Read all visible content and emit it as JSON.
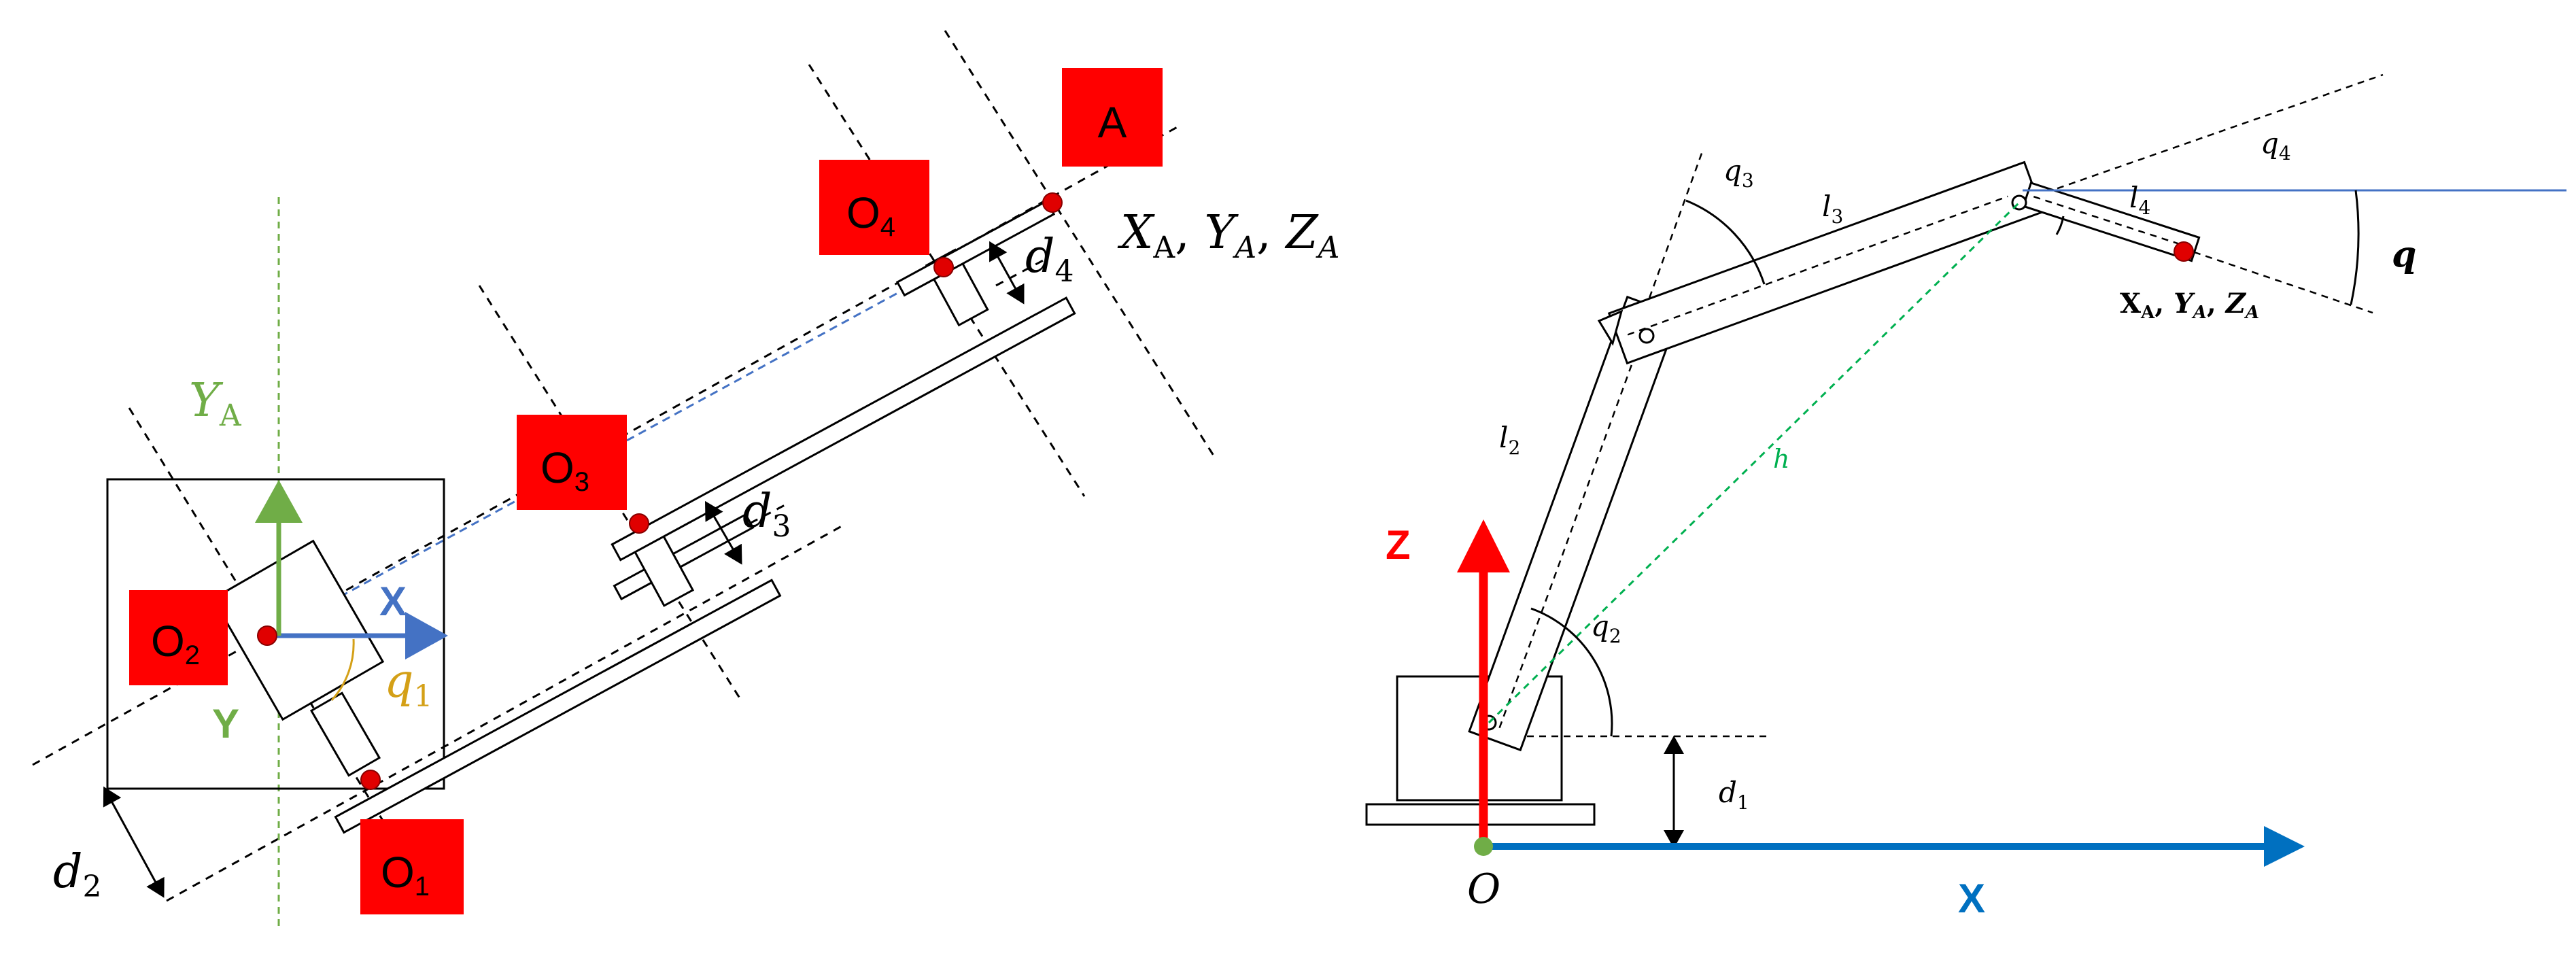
{
  "colors": {
    "red_box": "#ff0000",
    "joint": "#e00000",
    "green_axis": "#70ad47",
    "blue_axis": "#4472c4",
    "blue_dash": "#4472c4",
    "orange_q1": "#d4a017",
    "red_axis": "#ff0000",
    "strong_blue": "#0070c0",
    "green_dash": "#00b050",
    "green_origin": "#70ad47"
  },
  "left": {
    "A": "A",
    "O4": "O",
    "O4_sub": "4",
    "O3": "O",
    "O3_sub": "3",
    "O2": "O",
    "O2_sub": "2",
    "O1": "O",
    "O1_sub": "1",
    "coord_X": "X",
    "coord_X_sub": "A",
    "coord_Y": "Y",
    "coord_Y_sub": "A",
    "coord_Z": "Z",
    "coord_Z_sub": "A",
    "d4": "d",
    "d4_sub": "4",
    "d3": "d",
    "d3_sub": "3",
    "d2": "d",
    "d2_sub": "2",
    "q1": "q",
    "q1_sub": "1",
    "YA": "Y",
    "YA_sub": "A",
    "axis_X": "X",
    "axis_Y": "Y"
  },
  "right": {
    "q3": "q",
    "q3_sub": "3",
    "l3": "l",
    "l3_sub": "3",
    "q4": "q",
    "q4_sub": "4",
    "l4": "l",
    "l4_sub": "4",
    "q": "q",
    "coord_X": "X",
    "coord_X_sub": "A",
    "coord_Y": "Y",
    "coord_Y_sub": "A",
    "coord_Z": "Z",
    "coord_Z_sub": "A",
    "l2": "l",
    "l2_sub": "2",
    "h": "h",
    "q2": "q",
    "q2_sub": "2",
    "axis_Z": "Z",
    "d1": "d",
    "d1_sub": "1",
    "origin": "O",
    "axis_X": "X"
  }
}
